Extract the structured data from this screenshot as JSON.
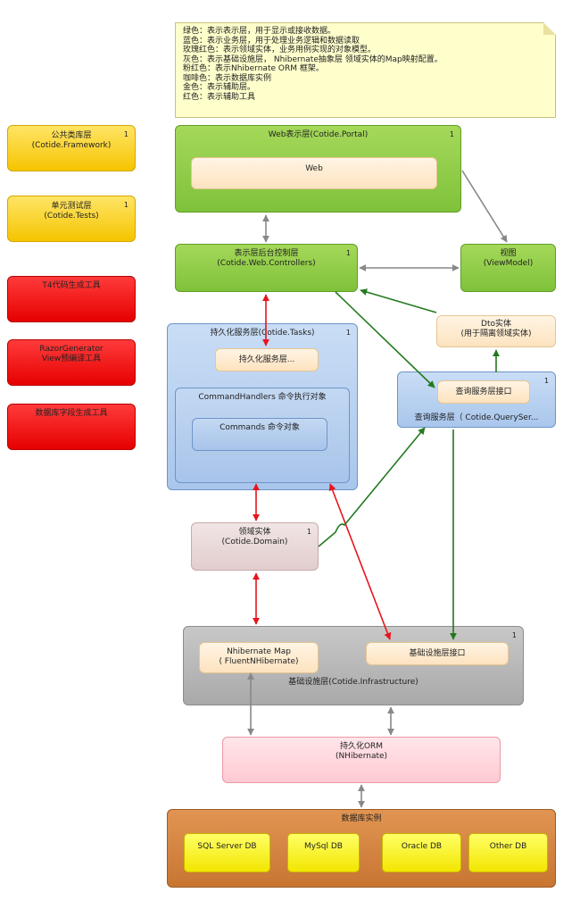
{
  "legend": {
    "lines": [
      "绿色：表示表示层，用于显示或接收数据。",
      "蓝色：表示业务层，用于处理业务逻辑和数据读取",
      "玫瑰红色：表示领域实体，业务用例实现的对象模型。",
      "灰色：表示基础设施层， Nhibernate抽象层 领域实体的Map映射配置。",
      "粉红色：表示Nhibernate ORM 框架。",
      "咖啡色：表示数据库实例",
      "金色：表示辅助层。",
      "红色：表示辅助工具"
    ]
  },
  "side_boxes": {
    "framework": {
      "title": "公共类库层",
      "sub": "(Cotide.Framework)",
      "num": "1"
    },
    "tests": {
      "title": "单元测试层",
      "sub": "(Cotide.Tests)",
      "num": "1"
    },
    "t4": {
      "title": "T4代码生成工具"
    },
    "razor": {
      "title": "RazorGenerator",
      "sub": "View预编译工具"
    },
    "dbfield": {
      "title": "数据库字段生成工具"
    }
  },
  "portal": {
    "title": "Web表示层(Cotide.Portal)",
    "num": "1",
    "web": "Web"
  },
  "controllers": {
    "title": "表示层后台控制层",
    "sub": "(Cotide.Web.Controllers)",
    "num": "1"
  },
  "viewmodel": {
    "title": "视图",
    "sub": "(ViewModel)"
  },
  "dto": {
    "title": "Dto实体",
    "sub": "(用于隔离领域实体)"
  },
  "tasks": {
    "title": "持久化服务层(Cotide.Tasks)",
    "num": "1",
    "service": "持久化服务层...",
    "handlers": "CommandHandlers 命令执行对象",
    "commands": "Commands 命令对象"
  },
  "query": {
    "title": "查询服务层（ Cotide.QuerySer...",
    "num": "1",
    "iface": "查询服务层接口"
  },
  "domain": {
    "title": "领域实体",
    "sub": "(Cotide.Domain)",
    "num": "1"
  },
  "infra": {
    "title": "基础设施层(Cotide.Infrastructure)",
    "num": "1",
    "map_title": "Nhibernate Map",
    "map_sub": "( FluentNHibernate)",
    "iface": "基础设施层接口"
  },
  "orm": {
    "title": "持久化ORM",
    "sub": "(NHibernate)"
  },
  "database": {
    "title": "数据库实例",
    "items": [
      "SQL Server DB",
      "MySql DB",
      "Oracle DB",
      "Other DB"
    ]
  },
  "colors": {
    "gray_arrow": "#888888",
    "red_arrow": "#e8141c",
    "green_arrow": "#237a1e"
  }
}
